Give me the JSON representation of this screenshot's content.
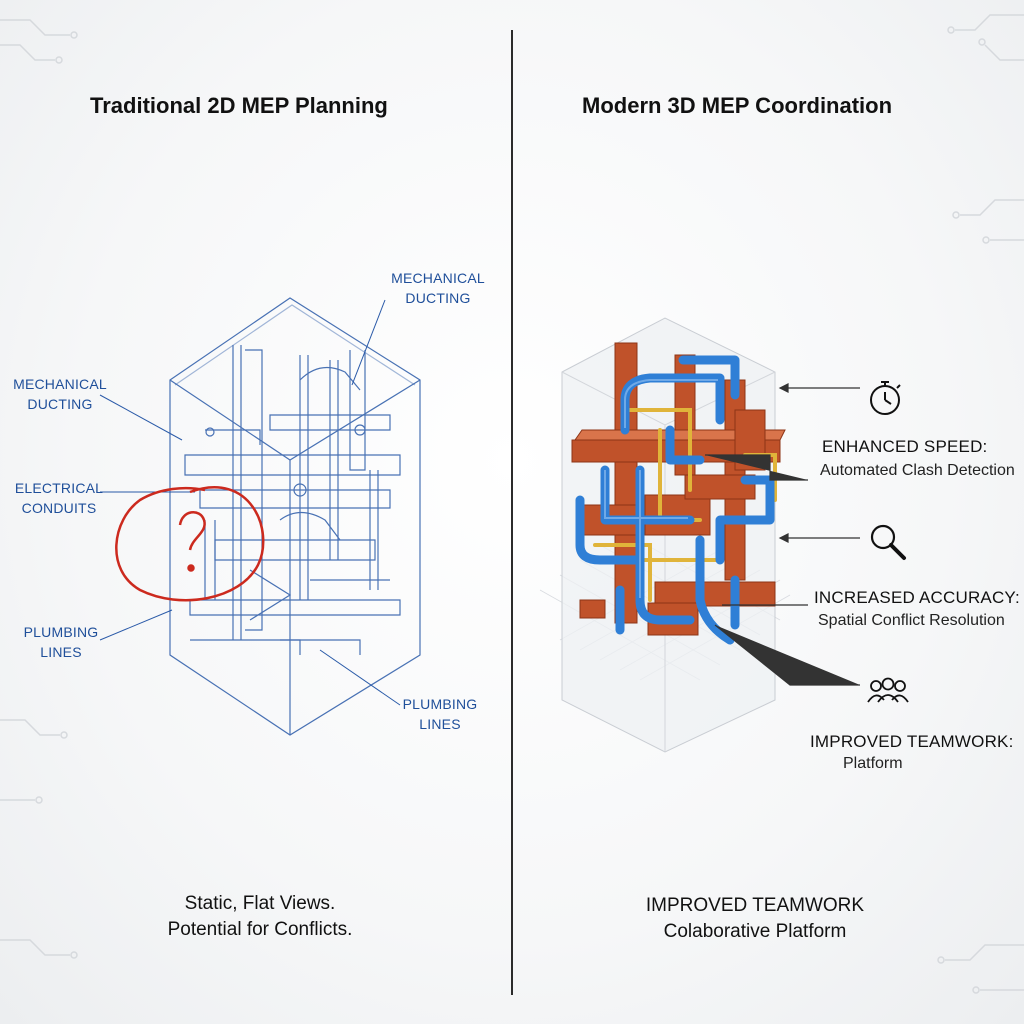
{
  "left": {
    "title": "Traditional 2D MEP Planning",
    "labels": {
      "mech_top_1": "MECHANICAL",
      "mech_top_2": "DUCTING",
      "mech_left_1": "MECHANICAL",
      "mech_left_2": "DUCTING",
      "elec_1": "ELECTRICAL",
      "elec_2": "CONDUITS",
      "plumb_left_1": "PLUMBING",
      "plumb_left_2": "LINES",
      "plumb_right_1": "PLUMBING",
      "plumb_right_2": "LINES"
    },
    "caption_1": "Static, Flat Views.",
    "caption_2": "Potential for Conflicts."
  },
  "right": {
    "title": "Modern 3D MEP Coordination",
    "features": [
      {
        "icon": "stopwatch-icon",
        "heading": "ENHANCED SPEED:",
        "sub": "Automated Clash Detection"
      },
      {
        "icon": "magnifier-icon",
        "heading": "INCREASED ACCURACY:",
        "sub": "Spatial Conflict Resolution"
      },
      {
        "icon": "team-icon",
        "heading": "IMPROVED TEAMWORK:",
        "sub": "Platform"
      }
    ],
    "caption_1": "IMPROVED TEAMWORK",
    "caption_2": "Colaborative Platform"
  },
  "colors": {
    "blueprint": "#2a5aa8",
    "conflict": "#cc2a1e",
    "duct": "#c0522a",
    "pipe": "#2f7fd6",
    "conduit": "#e0b43a"
  }
}
